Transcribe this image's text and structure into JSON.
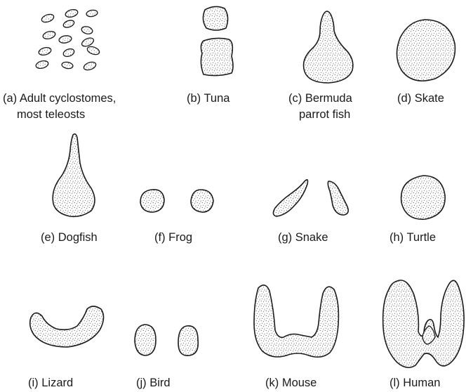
{
  "panels": [
    {
      "id": "a",
      "lines": [
        "(a) Adult cyclostomes,",
        "most teleosts"
      ]
    },
    {
      "id": "b",
      "lines": [
        "(b) Tuna"
      ]
    },
    {
      "id": "c",
      "lines": [
        "(c) Bermuda",
        "parrot fish"
      ]
    },
    {
      "id": "d",
      "lines": [
        "(d) Skate"
      ]
    },
    {
      "id": "e",
      "lines": [
        "(e) Dogfish"
      ]
    },
    {
      "id": "f",
      "lines": [
        "(f) Frog"
      ]
    },
    {
      "id": "g",
      "lines": [
        "(g) Snake"
      ]
    },
    {
      "id": "h",
      "lines": [
        "(h) Turtle"
      ]
    },
    {
      "id": "i",
      "lines": [
        "(i) Lizard"
      ]
    },
    {
      "id": "j",
      "lines": [
        "(j) Bird"
      ]
    },
    {
      "id": "k",
      "lines": [
        "(k) Mouse"
      ]
    },
    {
      "id": "l",
      "lines": [
        "(l) Human"
      ]
    }
  ],
  "colors": {
    "ink": "#1a1a1a",
    "background": "#ffffff"
  }
}
